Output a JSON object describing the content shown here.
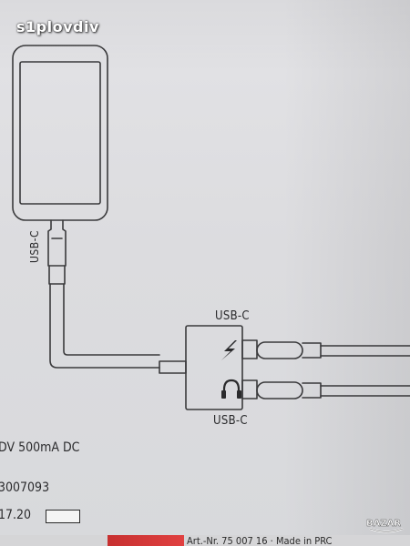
{
  "watermark": "s1plovdiv",
  "diagram": {
    "phone_cable_label": "USB-C",
    "top_port_label": "USB-C",
    "bottom_port_label": "USB-C",
    "top_port_icon": "lightning-bolt-icon",
    "bottom_port_icon": "headphones-icon"
  },
  "specs": {
    "power": "DV 500mA DC",
    "article": "3007093",
    "price_code": "17.20"
  },
  "logo": {
    "name": "bazar-logo",
    "text": "BAZ▲R"
  },
  "colors": {
    "line": "#3a3a3c",
    "paper": "#dcdcdf",
    "red_tape": "#d63838"
  }
}
